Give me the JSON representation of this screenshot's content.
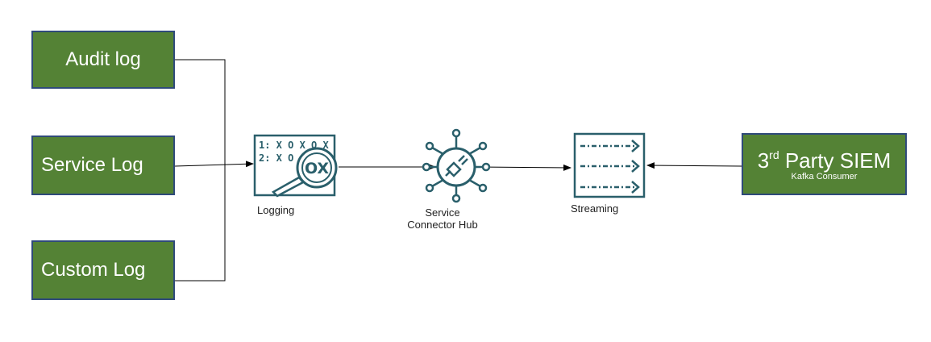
{
  "sources": {
    "audit": "Audit log",
    "service": "Service Log",
    "custom": "Custom Log"
  },
  "nodes": {
    "logging": "Logging",
    "hub_line1": "Service",
    "hub_line2": "Connector Hub",
    "streaming": "Streaming"
  },
  "logging_icon_text": {
    "line1": "1: X O X O X",
    "line2": "2: X O",
    "lens": "OX"
  },
  "siem": {
    "title_prefix": "3",
    "title_sup": "rd",
    "title_rest": " Party SIEM",
    "subtitle": "Kafka Consumer"
  },
  "colors": {
    "box_fill": "#548235",
    "box_border": "#2f4a7a",
    "icon_color": "#2a5f6b",
    "line_color": "#000000"
  },
  "icons": [
    "logging-search-icon",
    "service-connector-hub-icon",
    "streaming-icon"
  ]
}
